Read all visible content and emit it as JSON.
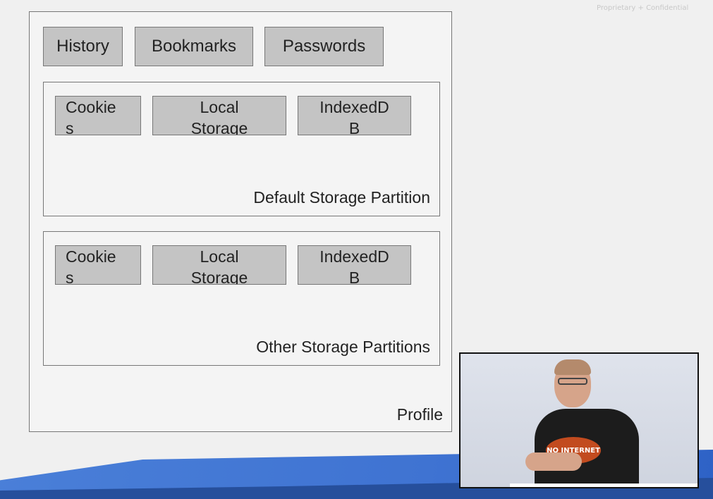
{
  "slide": {
    "confidential": "Proprietary + Confidential",
    "profile_label": "Profile",
    "profile_items": [
      "History",
      "Bookmarks",
      "Passwords"
    ],
    "partitions": [
      {
        "label": "Default Storage Partition",
        "stores": [
          "Cookie\ns",
          "Local\nStorage",
          "IndexedD\nB"
        ]
      },
      {
        "label": "Other Storage Partitions",
        "stores": [
          "Cookie\ns",
          "Local\nStorage",
          "IndexedD\nB"
        ]
      }
    ]
  },
  "video": {
    "shirt_text": "NO INTERNET"
  },
  "colors": {
    "box_fill": "#c4c4c4",
    "border": "#777777",
    "accent": "#3f73d2",
    "deep_blue": "#264f9c"
  }
}
